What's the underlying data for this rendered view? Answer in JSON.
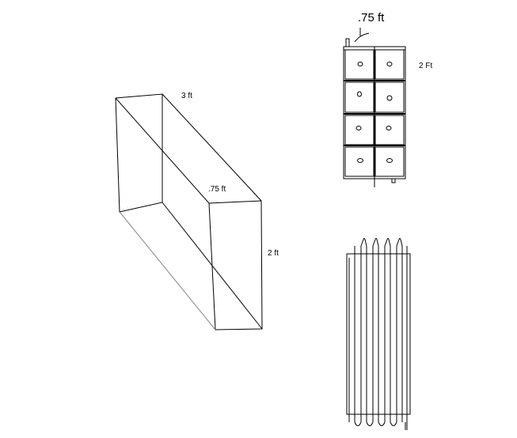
{
  "box_sketch": {
    "length_label": "3 ft",
    "depth_label": ".75 ft",
    "height_label": "2 ft"
  },
  "front_panel": {
    "depth_label": ".75 ft",
    "height_label": "2 Ft",
    "cells": 8
  },
  "coil_view": {
    "tube_passes": 4
  },
  "colors": {
    "line": "#000000",
    "light_line": "#888888",
    "background": "#ffffff"
  }
}
